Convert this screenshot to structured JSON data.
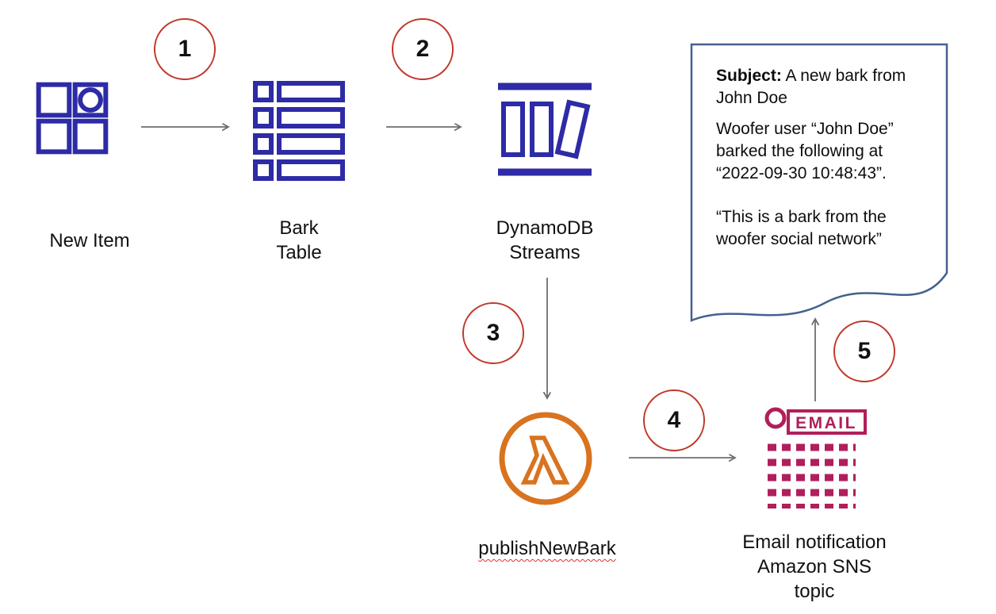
{
  "diagram": {
    "steps": {
      "s1": "1",
      "s2": "2",
      "s3": "3",
      "s4": "4",
      "s5": "5"
    },
    "nodes": {
      "new_item": {
        "label": "New Item"
      },
      "bark_table": {
        "line1": "Bark",
        "line2": "Table"
      },
      "dynamodb_streams": {
        "line1": "DynamoDB",
        "line2": "Streams"
      },
      "lambda_function": {
        "label": "publishNewBark"
      },
      "sns_topic": {
        "line1": "Email notification",
        "line2": "Amazon SNS",
        "line3": "topic",
        "icon_text": "EMAIL"
      }
    },
    "note": {
      "subject_label": "Subject:",
      "subject_rest": "A new bark from John Doe",
      "body": "Woofer user “John Doe” barked the following at “2022-09-30 10:48:43”.",
      "quote": "“This is a bark from the woofer social network”"
    },
    "colors": {
      "icon_blue": "#2D2BA6",
      "lambda_orange": "#D9731F",
      "sns_crimson": "#B01F5B",
      "circle_red": "#C0392B",
      "arrow_gray": "#6E6E6E",
      "note_border": "#44618E"
    }
  }
}
